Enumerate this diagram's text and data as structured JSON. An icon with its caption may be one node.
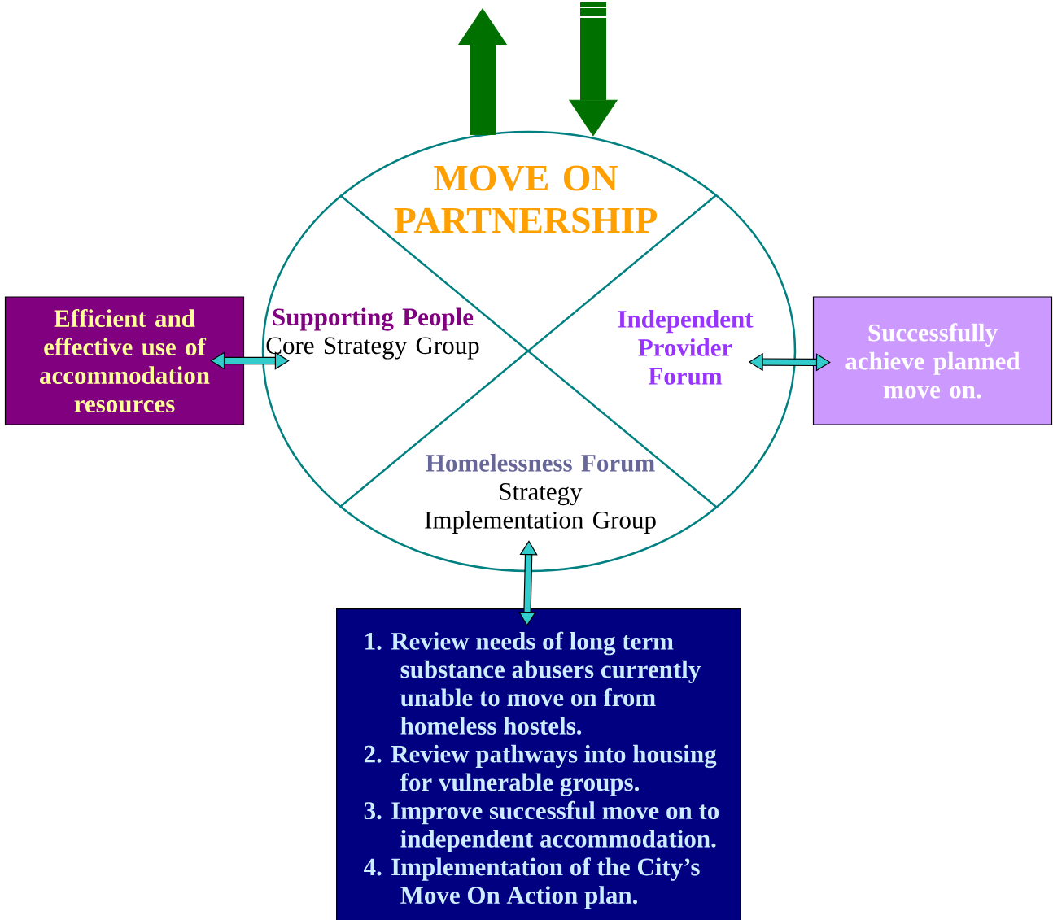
{
  "diagram": {
    "nodes": [
      {
        "text": [
          "MOVE ON PARTNERSHIP"
        ]
      },
      {
        "text": [
          "Supporting People",
          "Core Strategy Group"
        ],
        "in": 0
      },
      {
        "text": [
          "Independent Provider Forum"
        ],
        "in": 0
      },
      {
        "text": [
          "Homelessness Forum",
          "Strategy Implementation Group"
        ],
        "in": 0
      },
      {
        "text": [
          "Efficient and effective use of accommodation resources"
        ]
      },
      {
        "text": [
          "Successfully achieve planned move on."
        ]
      },
      {
        "text": [
          "1. Review needs of long term substance abusers currently unable to move on from homeless hostels.",
          "2. Review pathways into housing for vulnerable groups.",
          "3. Improve successful move on to independent accommodation.",
          "4. Implementation of the City’s Move On Action plan."
        ]
      }
    ],
    "edges": [
      {
        "from": 0,
        "to": null,
        "arrow": "to",
        "style": "thick",
        "color": "#007000"
      },
      {
        "from": null,
        "to": 0,
        "arrow": "to",
        "style": "thick",
        "color": "#007000"
      },
      {
        "from": 4,
        "to": 1,
        "arrow": "both"
      },
      {
        "from": 2,
        "to": 5,
        "arrow": "both"
      },
      {
        "from": 3,
        "to": 6,
        "arrow": "both"
      }
    ]
  }
}
